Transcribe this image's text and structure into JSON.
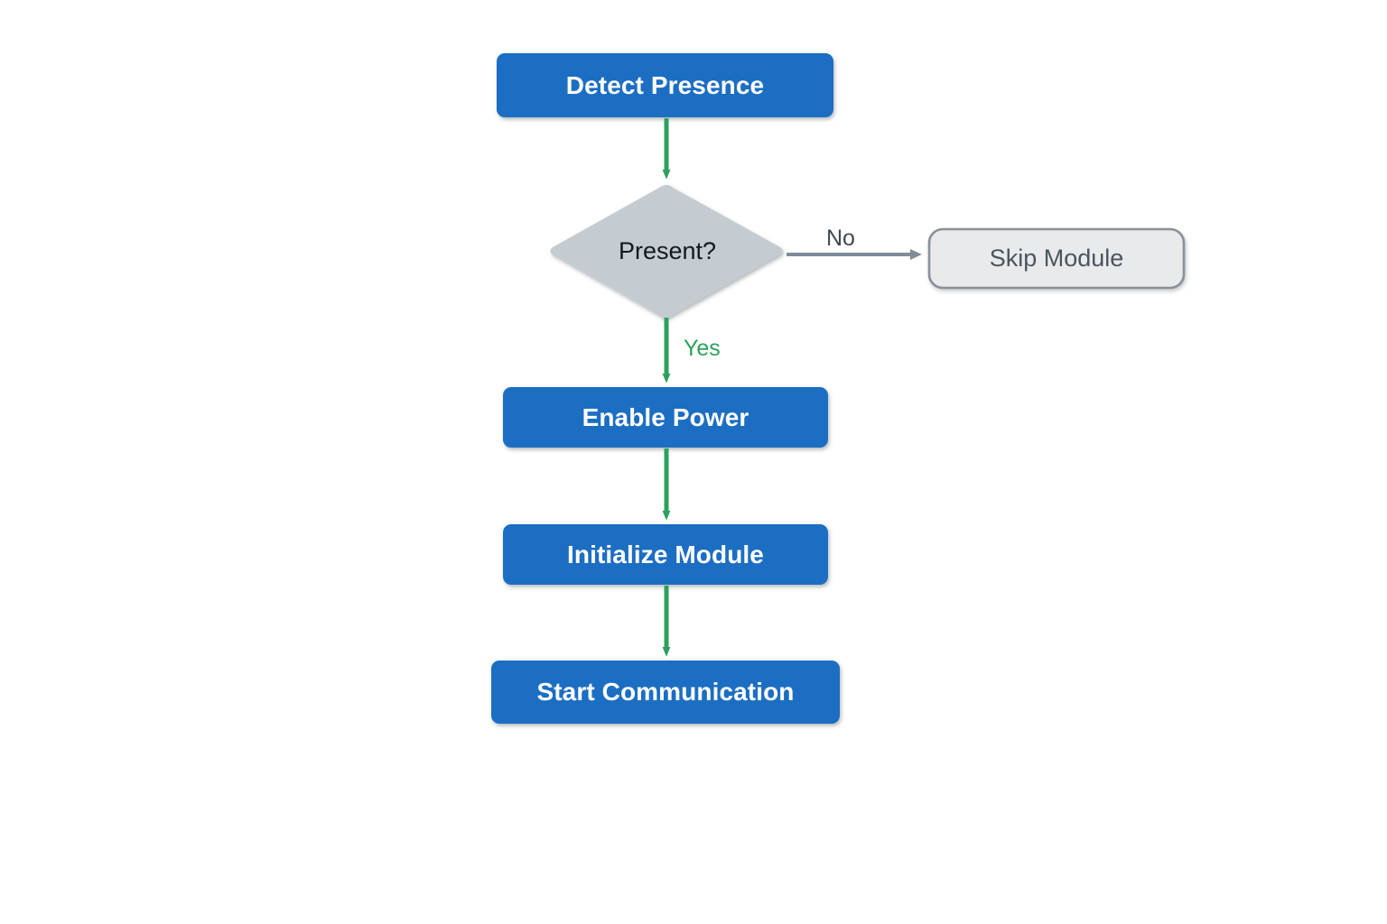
{
  "diagram": {
    "type": "flowchart",
    "title": "",
    "background_color": "#ffffff",
    "colors": {
      "process_fill": "#1b6ec2",
      "process_text": "#ffffff",
      "decision_fill": "#c4cbd1",
      "decision_text": "#15191c",
      "terminal_fill": "#e8eaec",
      "terminal_border": "#8a9097",
      "terminal_text": "#4b555e",
      "flow_arrow": "#2ea05c",
      "branch_arrow": "#7f8d98",
      "yes_label": "#2ea05c",
      "no_label": "#3f4a52"
    },
    "nodes": [
      {
        "id": "detect-presence",
        "label": "Detect Presence",
        "shape": "rounded-rect",
        "role": "process"
      },
      {
        "id": "present-decision",
        "label": "Present?",
        "shape": "diamond",
        "role": "decision"
      },
      {
        "id": "skip-module",
        "label": "Skip Module",
        "shape": "rounded-rect-outline",
        "role": "terminal"
      },
      {
        "id": "enable-power",
        "label": "Enable Power",
        "shape": "rounded-rect",
        "role": "process"
      },
      {
        "id": "initialize-module",
        "label": "Initialize Module",
        "shape": "rounded-rect",
        "role": "process"
      },
      {
        "id": "start-communication",
        "label": "Start Communication",
        "shape": "rounded-rect",
        "role": "process"
      }
    ],
    "edges": [
      {
        "id": "edge-detect-to-present",
        "from": "detect-presence",
        "to": "present-decision",
        "label": "",
        "style": "green-arrow"
      },
      {
        "id": "edge-present-no-skip",
        "from": "present-decision",
        "to": "skip-module",
        "label": "No",
        "style": "gray-arrow"
      },
      {
        "id": "edge-present-yes-enable",
        "from": "present-decision",
        "to": "enable-power",
        "label": "Yes",
        "style": "green-arrow"
      },
      {
        "id": "edge-enable-to-init",
        "from": "enable-power",
        "to": "initialize-module",
        "label": "",
        "style": "green-arrow"
      },
      {
        "id": "edge-init-to-start",
        "from": "initialize-module",
        "to": "start-communication",
        "label": "",
        "style": "green-arrow"
      }
    ]
  }
}
